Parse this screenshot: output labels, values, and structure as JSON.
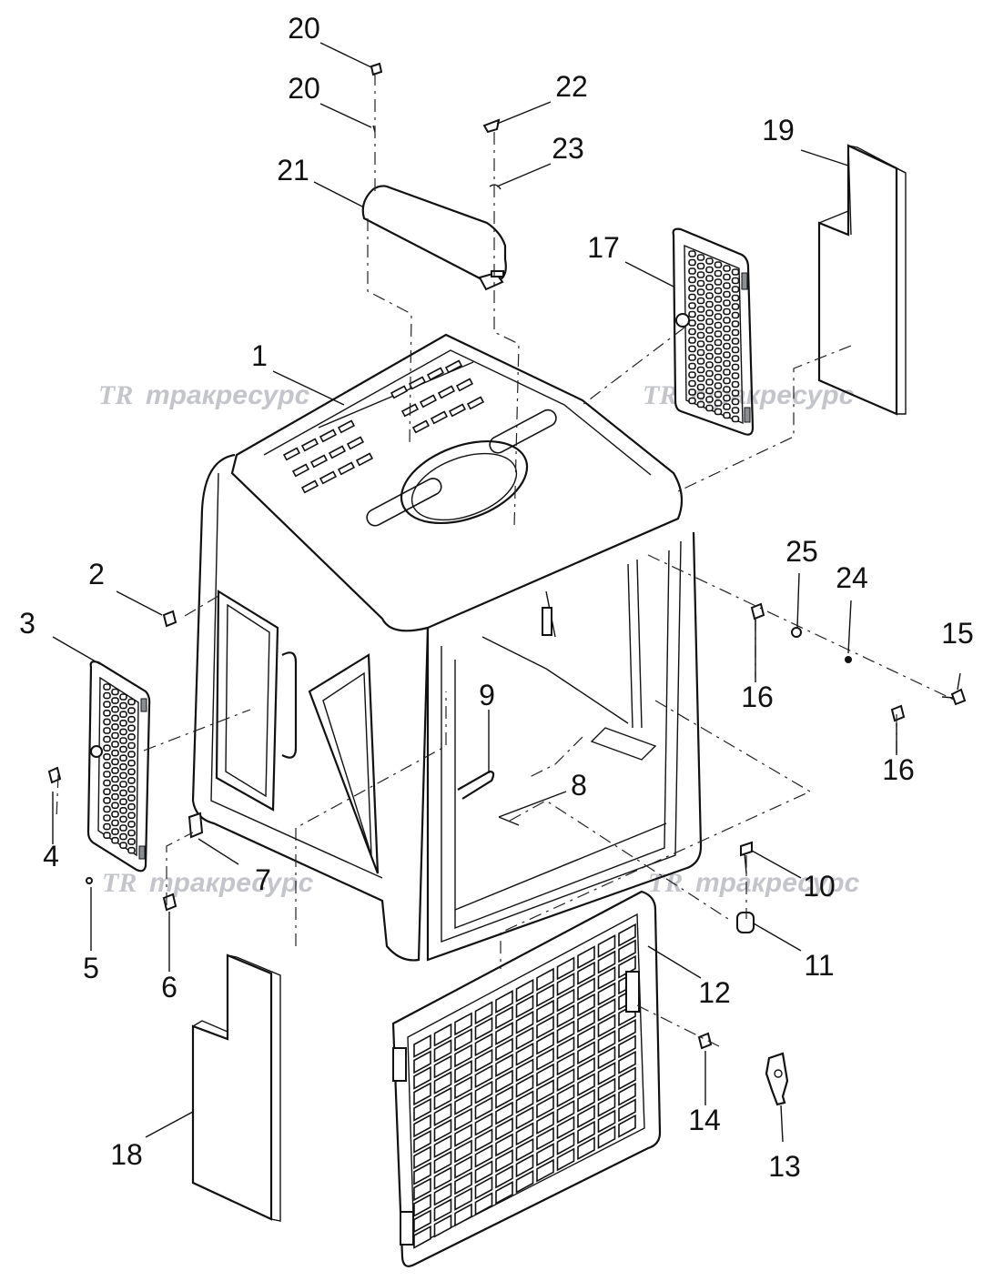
{
  "callouts": [
    {
      "id": "c1",
      "text": "1"
    },
    {
      "id": "c2",
      "text": "2"
    },
    {
      "id": "c3",
      "text": "3"
    },
    {
      "id": "c4",
      "text": "4"
    },
    {
      "id": "c5",
      "text": "5"
    },
    {
      "id": "c6",
      "text": "6"
    },
    {
      "id": "c7",
      "text": "7"
    },
    {
      "id": "c8",
      "text": "8"
    },
    {
      "id": "c9",
      "text": "9"
    },
    {
      "id": "c10",
      "text": "10"
    },
    {
      "id": "c11",
      "text": "11"
    },
    {
      "id": "c12",
      "text": "12"
    },
    {
      "id": "c13",
      "text": "13"
    },
    {
      "id": "c14",
      "text": "14"
    },
    {
      "id": "c15",
      "text": "15"
    },
    {
      "id": "c16a",
      "text": "16"
    },
    {
      "id": "c16b",
      "text": "16"
    },
    {
      "id": "c17",
      "text": "17"
    },
    {
      "id": "c18",
      "text": "18"
    },
    {
      "id": "c19",
      "text": "19"
    },
    {
      "id": "c20a",
      "text": "20"
    },
    {
      "id": "c20b",
      "text": "20"
    },
    {
      "id": "c21",
      "text": "21"
    },
    {
      "id": "c22",
      "text": "22"
    },
    {
      "id": "c23",
      "text": "23"
    },
    {
      "id": "c24",
      "text": "24"
    },
    {
      "id": "c25",
      "text": "25"
    }
  ],
  "watermark": {
    "logo": "TR",
    "text": "тракресурс"
  },
  "colors": {
    "line": "#111111",
    "watermark": "#b9bcc2",
    "background": "#ffffff"
  }
}
